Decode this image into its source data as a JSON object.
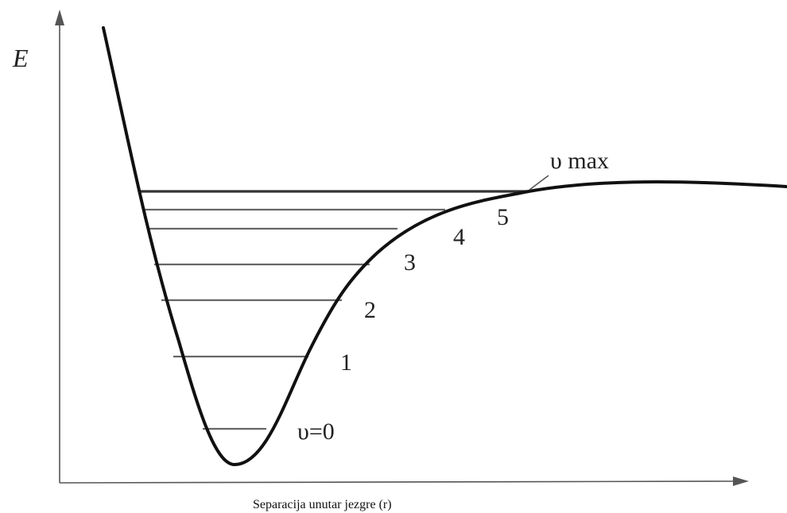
{
  "diagram": {
    "y_axis_label": "E",
    "x_axis_label": "Separacija unutar jezgre (r)",
    "level_labels": {
      "v0": "υ=0",
      "v1": "1",
      "v2": "2",
      "v3": "3",
      "v4": "4",
      "v5": "5",
      "vmax": "υ max"
    },
    "colors": {
      "curve": "#111111",
      "levels": "#666666",
      "axes": "#555555"
    }
  }
}
